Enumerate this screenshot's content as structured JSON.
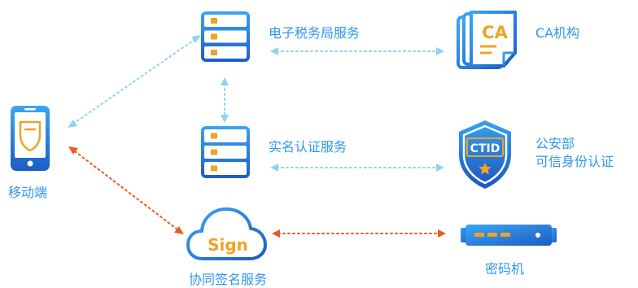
{
  "colors": {
    "blue": "#2f97ee",
    "blue_dark": "#1e5fc6",
    "light_blue": "#8fd2f5",
    "orange": "#f0a323",
    "red_orange": "#e85a26"
  },
  "nodes": {
    "tax_service": {
      "label": "电子税务局服务",
      "icon": "server-icon"
    },
    "ca": {
      "label": "CA机构",
      "badge": "CA",
      "icon": "certificate-icon"
    },
    "mobile": {
      "label": "移动端",
      "icon": "mobile-phone-icon"
    },
    "realname_service": {
      "label": "实名认证服务",
      "icon": "server-icon"
    },
    "police": {
      "label_line1": "公安部",
      "label_line2": "可信身份认证",
      "badge": "CTID",
      "icon": "shield-icon"
    },
    "sign_service": {
      "label": "协同签名服务",
      "badge": "Sign",
      "icon": "cloud-icon"
    },
    "cipher_machine": {
      "label": "密码机",
      "icon": "cipher-machine-icon"
    }
  }
}
